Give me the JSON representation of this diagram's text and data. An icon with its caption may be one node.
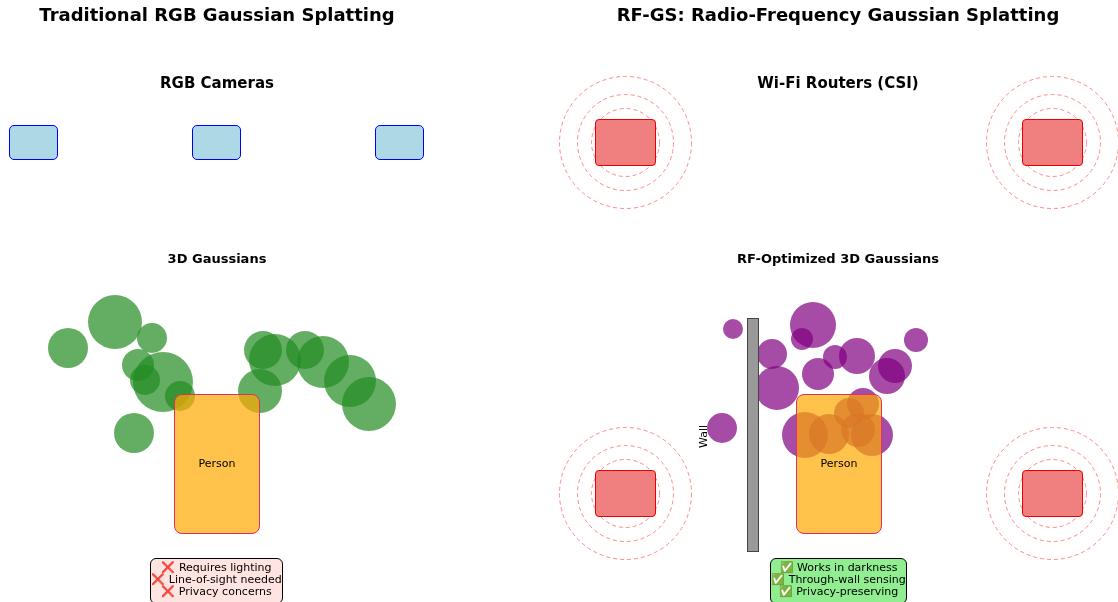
{
  "diagram": {
    "nodes": [
      {
        "text": [],
        "shape": "box"
      },
      {
        "text": [],
        "shape": "box"
      },
      {
        "text": [],
        "shape": "box"
      },
      {
        "text": [],
        "shape": "box"
      },
      {
        "text": [],
        "shape": "box"
      },
      {
        "text": [],
        "shape": "bar",
        "beside": [
          "Wall"
        ]
      },
      {
        "text": [
          "Person"
        ]
      },
      {
        "text": [
          "Person"
        ]
      },
      {
        "text": [],
        "shape": "box"
      },
      {
        "text": [],
        "shape": "box"
      },
      {
        "text": [
          "❌ Requires lighting",
          "❌ Line-of-sight needed",
          "❌ Privacy concerns"
        ]
      },
      {
        "text": [
          "✅ Works in darkness",
          "✅ Through-wall sensing",
          "✅ Privacy-preserving"
        ]
      }
    ],
    "labels": [
      "Traditional RGB Gaussian Splatting",
      "RF-GS: Radio-Frequency Gaussian Splatting",
      "RGB Cameras",
      "Wi-Fi Routers (CSI)",
      "3D Gaussians",
      "RF-Optimized 3D Gaussians"
    ]
  }
}
